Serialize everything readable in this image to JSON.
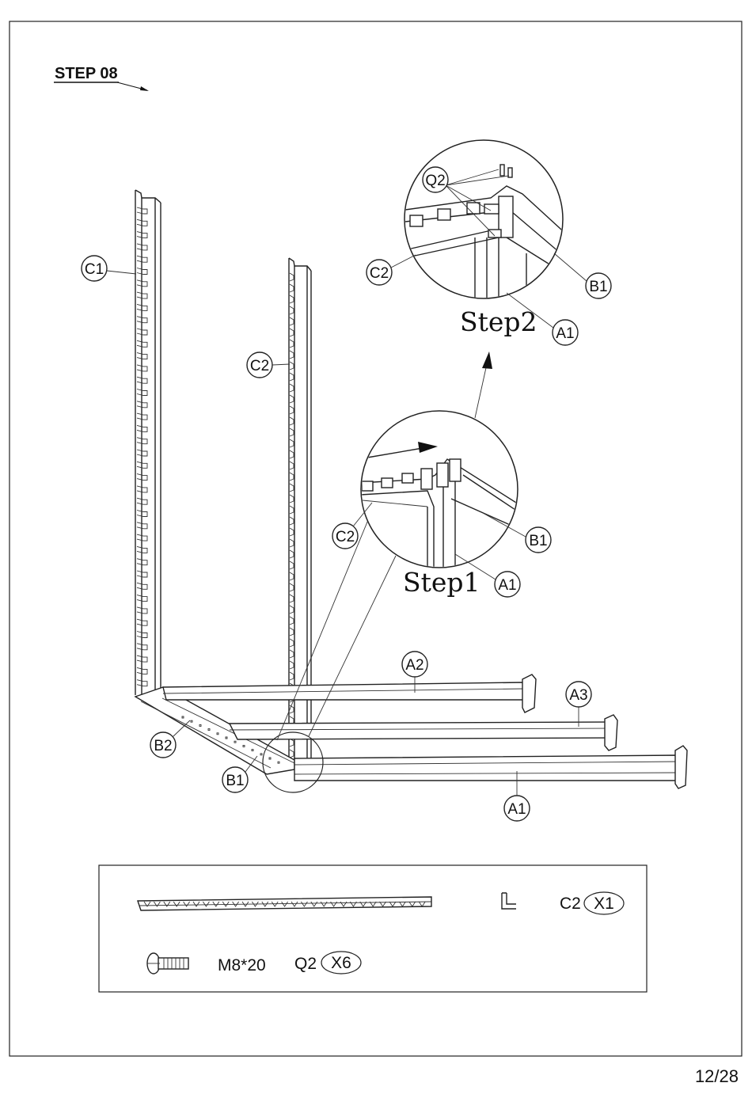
{
  "step": {
    "title": "STEP 08"
  },
  "labels": {
    "c1": "C1",
    "c2_top": "C2",
    "c2_mid": "C2",
    "c2_step2": "C2",
    "c2_step1": "C2",
    "q2": "Q2",
    "b1_step2": "B1",
    "a1_step2": "A1",
    "b1_step1": "B1",
    "a1_step1": "A1",
    "a2": "A2",
    "a3": "A3",
    "b2": "B2",
    "b1_base": "B1",
    "a1_base": "A1"
  },
  "detail": {
    "step1": "Step1",
    "step2": "Step2"
  },
  "parts_box": {
    "rail_code": "C2",
    "rail_qty": "X1",
    "bolt_size": "M8*20",
    "bolt_code": "Q2",
    "bolt_qty": "X6"
  },
  "page_number": "12/28"
}
